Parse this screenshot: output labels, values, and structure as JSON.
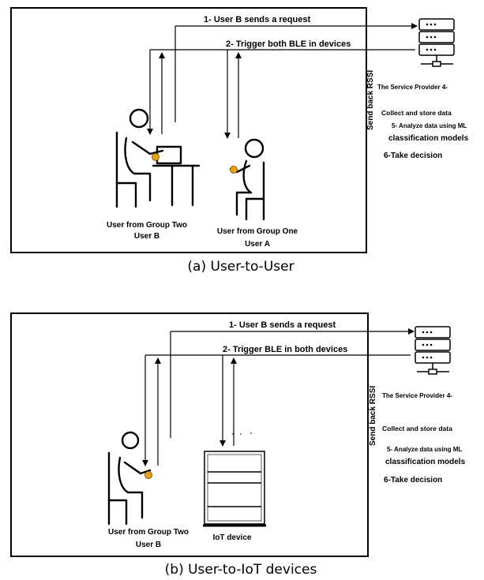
{
  "panel_a": {
    "caption": "(a) User-to-User",
    "arrow_request": "1- User B sends a request",
    "arrow_trigger": "2- Trigger both BLE in devices",
    "send_back": "Send back RSSI",
    "server_title": "The Service Provider 4-",
    "collect": "Collect and store data",
    "analyze": "5- Analyze data using ML",
    "models": "classification models",
    "decision": "6-Take decision",
    "user_b_line1": "User from Group Two",
    "user_b_line2": "User B",
    "user_a_line1": "User from Group One",
    "user_a_line2": "User A"
  },
  "panel_b": {
    "caption": "(b) User-to-IoT devices",
    "arrow_request": "1- User B sends a request",
    "arrow_trigger": "2- Trigger BLE in both devices",
    "send_back": "Send back RSSI",
    "server_title": "The Service Provider 4-",
    "collect": "Collect and store data",
    "analyze": "5- Analyze data using ML",
    "models": "classification models",
    "decision": "6-Take decision",
    "user_b_line1": "User from Group Two",
    "user_b_line2": "User B",
    "iot_label": "IoT device"
  },
  "colors": {
    "line": "#000000",
    "watch": "#e8a21a",
    "background": "#ffffff"
  }
}
